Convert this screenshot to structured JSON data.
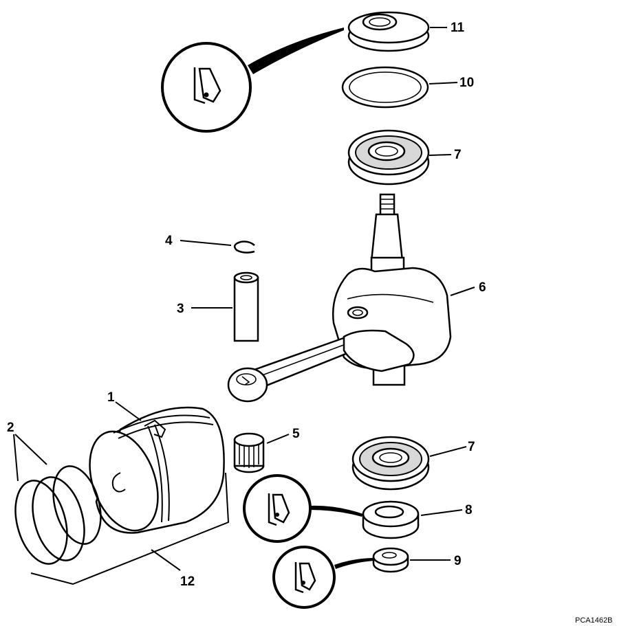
{
  "diagram": {
    "reference_code": "PCA1462B",
    "callouts": [
      {
        "id": "c11",
        "label": "11"
      },
      {
        "id": "c10",
        "label": "10"
      },
      {
        "id": "c7a",
        "label": "7"
      },
      {
        "id": "c4",
        "label": "4"
      },
      {
        "id": "c3",
        "label": "3"
      },
      {
        "id": "c6",
        "label": "6"
      },
      {
        "id": "c1",
        "label": "1"
      },
      {
        "id": "c2",
        "label": "2"
      },
      {
        "id": "c5",
        "label": "5"
      },
      {
        "id": "c7b",
        "label": "7"
      },
      {
        "id": "c8",
        "label": "8"
      },
      {
        "id": "c9",
        "label": "9"
      },
      {
        "id": "c12",
        "label": "12"
      }
    ],
    "symbols": [
      "lubricant-symbol",
      "lubricant-symbol",
      "lubricant-symbol"
    ]
  }
}
